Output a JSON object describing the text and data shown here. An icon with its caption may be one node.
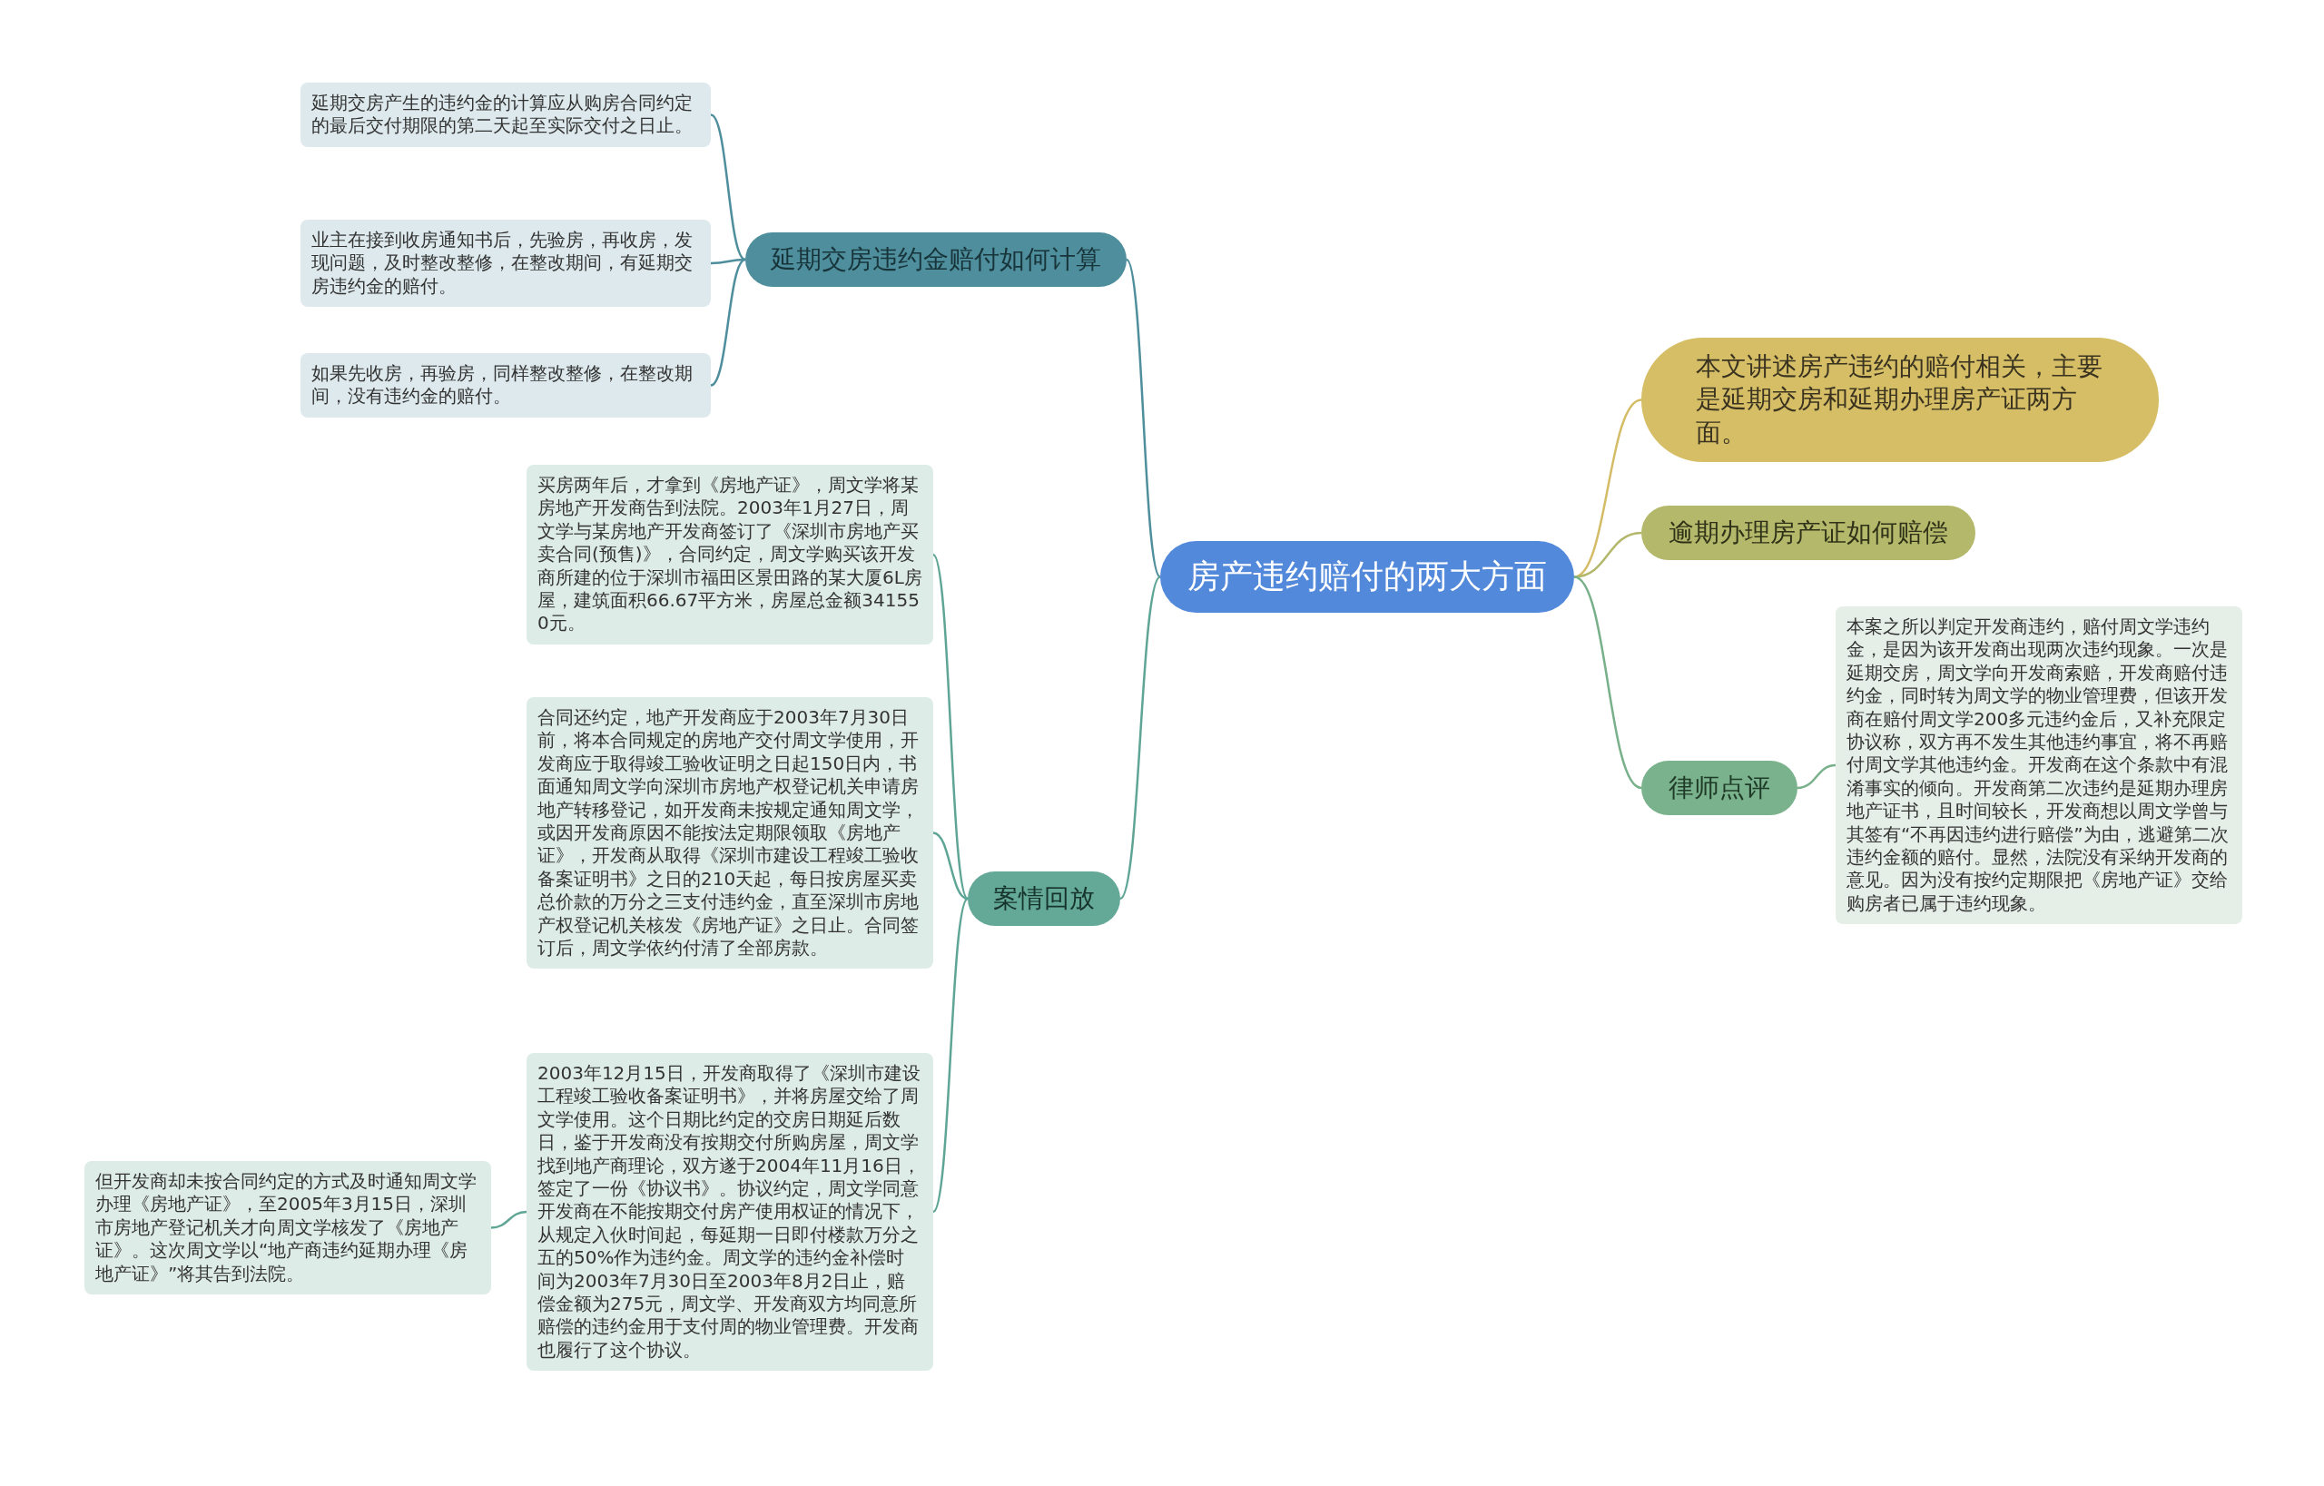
{
  "diagram": {
    "nodes": [
      {
        "text": [
          "房产违约赔付的两大方面"
        ]
      },
      {
        "text": [
          "延期交房违约金赔付如何计算"
        ]
      },
      {
        "text": [
          "延期交房产生的违约金的计算应从购房合同约定的最后交付期限的第二天起至实际交付之日止。"
        ]
      },
      {
        "text": [
          "业主在接到收房通知书后，先验房，再收房，发现问题，及时整改整修，在整改期间，有延期交房违约金的赔付。"
        ]
      },
      {
        "text": [
          "如果先收房，再验房，同样整改整修，在整改期间，没有违约金的赔付。"
        ]
      },
      {
        "text": [
          "案情回放"
        ]
      },
      {
        "text": [
          "买房两年后，才拿到《房地产证》，周文学将某房地产开发商告到法院。2003年1月27日，周文学与某房地产开发商签订了《深圳市房地产买卖合同(预售)》，合同约定，周文学购买该开发商所建的位于深圳市福田区景田路的某大厦6L房屋，建筑面积66.67平方米，房屋总金额341550元。"
        ]
      },
      {
        "text": [
          "合同还约定，地产开发商应于2003年7月30日前，将本合同规定的房地产交付周文学使用，开发商应于取得竣工验收证明之日起150日内，书面通知周文学向深圳市房地产权登记机关申请房地产转移登记，如开发商未按规定通知周文学，或因开发商原因不能按法定期限领取《房地产证》，开发商从取得《深圳市建设工程竣工验收备案证明书》之日的210天起，每日按房屋买卖总价款的万分之三支付违约金，直至深圳市房地产权登记机关核发《房地产证》之日止。合同签订后，周文学依约付清了全部房款。"
        ]
      },
      {
        "text": [
          "2003年12月15日，开发商取得了《深圳市建设工程竣工验收备案证明书》，并将房屋交给了周文学使用。这个日期比约定的交房日期延后数日，鉴于开发商没有按期交付所购房屋，周文学找到地产商理论，双方遂于2004年11月16日，签定了一份《协议书》。协议约定，周文学同意开发商在不能按期交付房产使用权证的情况下，从规定入伙时间起，每延期一日即付楼款万分之五的50%作为违约金。周文学的违约金补偿时间为2003年7月30日至2003年8月2日止，赔偿金额为275元，周文学、开发商双方均同意所赔偿的违约金用于支付周的物业管理费。开发商也履行了这个协议。"
        ]
      },
      {
        "text": [
          "但开发商却未按合同约定的方式及时通知周文学办理《房地产证》，至2005年3月15日，深圳市房地产登记机关才向周文学核发了《房地产证》。这次周文学以“地产商违约延期办理《房地产证》”将其告到法院。"
        ]
      },
      {
        "text": [
          "本文讲述房产违约的赔付相关，主要是延期交房和延期办理房产证两方面。"
        ]
      },
      {
        "text": [
          "逾期办理房产证如何赔偿"
        ]
      },
      {
        "text": [
          "律师点评"
        ]
      },
      {
        "text": [
          "本案之所以判定开发商违约，赔付周文学违约金，是因为该开发商出现两次违约现象。一次是延期交房，周文学向开发商索赔，开发商赔付违约金，同时转为周文学的物业管理费，但该开发商在赔付周文学200多元违约金后，又补充限定协议称，双方再不发生其他违约事宜，将不再赔付周文学其他违约金。开发商在这个条款中有混淆事实的倾向。开发商第二次违约是延期办理房地产证书，且时间较长，开发商想以周文学曾与其签有“不再因违约进行赔偿”为由，逃避第二次违约金额的赔付。显然，法院没有采纳开发商的意见。因为没有按约定期限把《房地产证》交给购房者已属于违约现象。"
        ]
      }
    ],
    "edges": [
      {
        "from": 0,
        "to": 1,
        "arrow": "none",
        "color": "#4f8e9c"
      },
      {
        "from": 1,
        "to": 2,
        "arrow": "none",
        "color": "#4f8e9c"
      },
      {
        "from": 1,
        "to": 3,
        "arrow": "none",
        "color": "#4f8e9c"
      },
      {
        "from": 1,
        "to": 4,
        "arrow": "none",
        "color": "#4f8e9c"
      },
      {
        "from": 0,
        "to": 5,
        "arrow": "none",
        "color": "#5fa596"
      },
      {
        "from": 5,
        "to": 6,
        "arrow": "none",
        "color": "#5fa596"
      },
      {
        "from": 5,
        "to": 7,
        "arrow": "none",
        "color": "#5fa596"
      },
      {
        "from": 5,
        "to": 8,
        "arrow": "none",
        "color": "#5fa596"
      },
      {
        "from": 8,
        "to": 9,
        "arrow": "none",
        "color": "#5fa596"
      },
      {
        "from": 0,
        "to": 10,
        "arrow": "none",
        "color": "#d4bc67"
      },
      {
        "from": 0,
        "to": 11,
        "arrow": "none",
        "color": "#b3b76a"
      },
      {
        "from": 0,
        "to": 12,
        "arrow": "none",
        "color": "#78b08a"
      },
      {
        "from": 12,
        "to": 13,
        "arrow": "none",
        "color": "#78b08a"
      }
    ]
  }
}
